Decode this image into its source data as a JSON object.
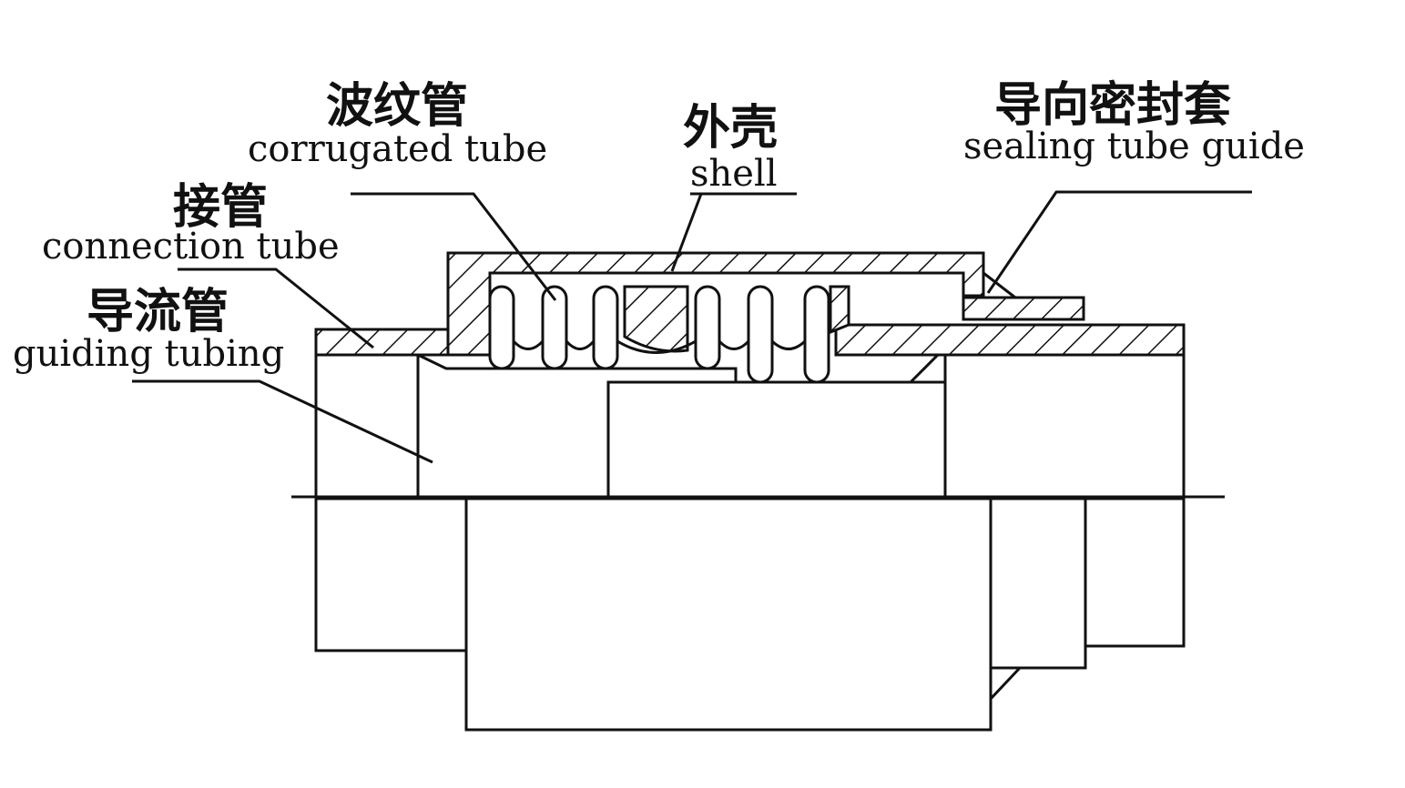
{
  "labels": {
    "corrugated_tube": {
      "zh": "波纹管",
      "en": "corrugated tube"
    },
    "shell": {
      "zh": "外壳",
      "en": "shell"
    },
    "sealing_tube_guide": {
      "zh": "导向密封套",
      "en": "sealing tube guide"
    },
    "connection_tube": {
      "zh": "接管",
      "en": "connection tube"
    },
    "guiding_tubing": {
      "zh": "导流管",
      "en": "guiding tubing"
    }
  },
  "colors": {
    "line": "#111111",
    "background": "#ffffff"
  }
}
